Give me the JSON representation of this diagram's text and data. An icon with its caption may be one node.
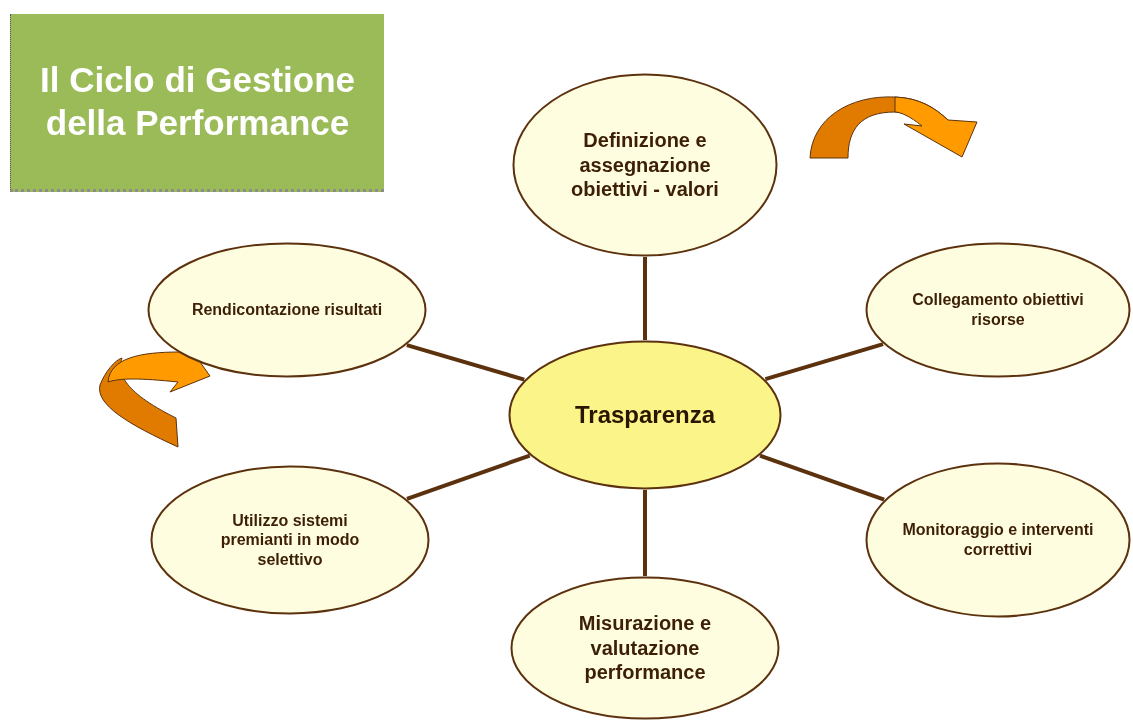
{
  "diagram": {
    "nodes": [
      {
        "text": [
          "Il Ciclo di Gestione della Performance"
        ]
      },
      {
        "text": [
          "Definizione e assegnazione obiettivi - valori"
        ]
      },
      {
        "text": [
          "Rendicontazione risultati"
        ]
      },
      {
        "text": [
          "Collegamento obiettivi risorse"
        ]
      },
      {
        "text": [
          "Trasparenza"
        ]
      },
      {
        "text": [
          "Utilizzo sistemi premianti in modo selettivo"
        ]
      },
      {
        "text": [
          "Monitoraggio e interventi correttivi"
        ]
      },
      {
        "text": [
          "Misurazione e valutazione performance"
        ]
      }
    ],
    "edges": [
      {
        "from": 4,
        "to": 1,
        "arrow": "none"
      },
      {
        "from": 4,
        "to": 2,
        "arrow": "none"
      },
      {
        "from": 4,
        "to": 3,
        "arrow": "none"
      },
      {
        "from": 4,
        "to": 5,
        "arrow": "none"
      },
      {
        "from": 4,
        "to": 6,
        "arrow": "none"
      },
      {
        "from": 4,
        "to": 7,
        "arrow": "none"
      }
    ]
  }
}
